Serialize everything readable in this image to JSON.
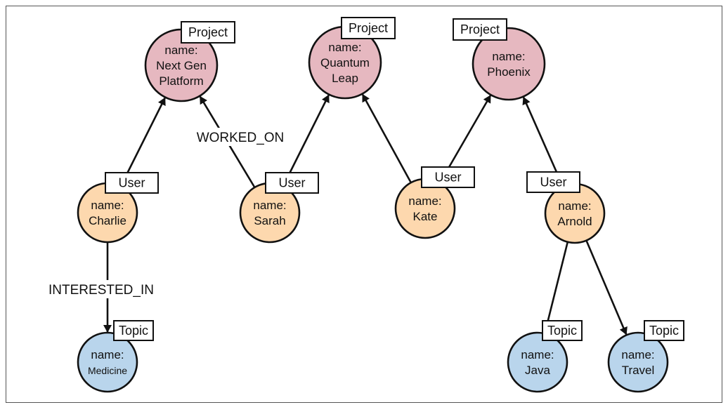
{
  "colors": {
    "project": "#e6b8c0",
    "user": "#fdd8ae",
    "topic": "#b9d5ec",
    "stroke": "#111111"
  },
  "nodes": [
    {
      "id": "next-gen-platform",
      "type": "project",
      "tag": "Project",
      "lines": [
        "name:",
        "Next Gen",
        "Platform"
      ]
    },
    {
      "id": "quantum-leap",
      "type": "project",
      "tag": "Project",
      "lines": [
        "name:",
        "Quantum",
        "Leap"
      ]
    },
    {
      "id": "phoenix",
      "type": "project",
      "tag": "Project",
      "lines": [
        "name:",
        "Phoenix"
      ]
    },
    {
      "id": "charlie",
      "type": "user",
      "tag": "User",
      "lines": [
        "name:",
        "Charlie"
      ]
    },
    {
      "id": "sarah",
      "type": "user",
      "tag": "User",
      "lines": [
        "name:",
        "Sarah"
      ]
    },
    {
      "id": "kate",
      "type": "user",
      "tag": "User",
      "lines": [
        "name:",
        "Kate"
      ]
    },
    {
      "id": "arnold",
      "type": "user",
      "tag": "User",
      "lines": [
        "name:",
        "Arnold"
      ]
    },
    {
      "id": "medicine",
      "type": "topic",
      "tag": "Topic",
      "lines": [
        "name:",
        "Medicine"
      ]
    },
    {
      "id": "java",
      "type": "topic",
      "tag": "Topic",
      "lines": [
        "name:",
        "Java"
      ]
    },
    {
      "id": "travel",
      "type": "topic",
      "tag": "Topic",
      "lines": [
        "name:",
        "Travel"
      ]
    }
  ],
  "edges": [
    {
      "from": "charlie",
      "to": "next-gen-platform",
      "label": ""
    },
    {
      "from": "sarah",
      "to": "next-gen-platform",
      "label": "WORKED_ON"
    },
    {
      "from": "sarah",
      "to": "quantum-leap",
      "label": ""
    },
    {
      "from": "kate",
      "to": "quantum-leap",
      "label": ""
    },
    {
      "from": "kate",
      "to": "phoenix",
      "label": ""
    },
    {
      "from": "arnold",
      "to": "phoenix",
      "label": ""
    },
    {
      "from": "charlie",
      "to": "medicine",
      "label": "INTERESTED_IN"
    },
    {
      "from": "arnold",
      "to": "java",
      "label": ""
    },
    {
      "from": "arnold",
      "to": "travel",
      "label": ""
    }
  ]
}
